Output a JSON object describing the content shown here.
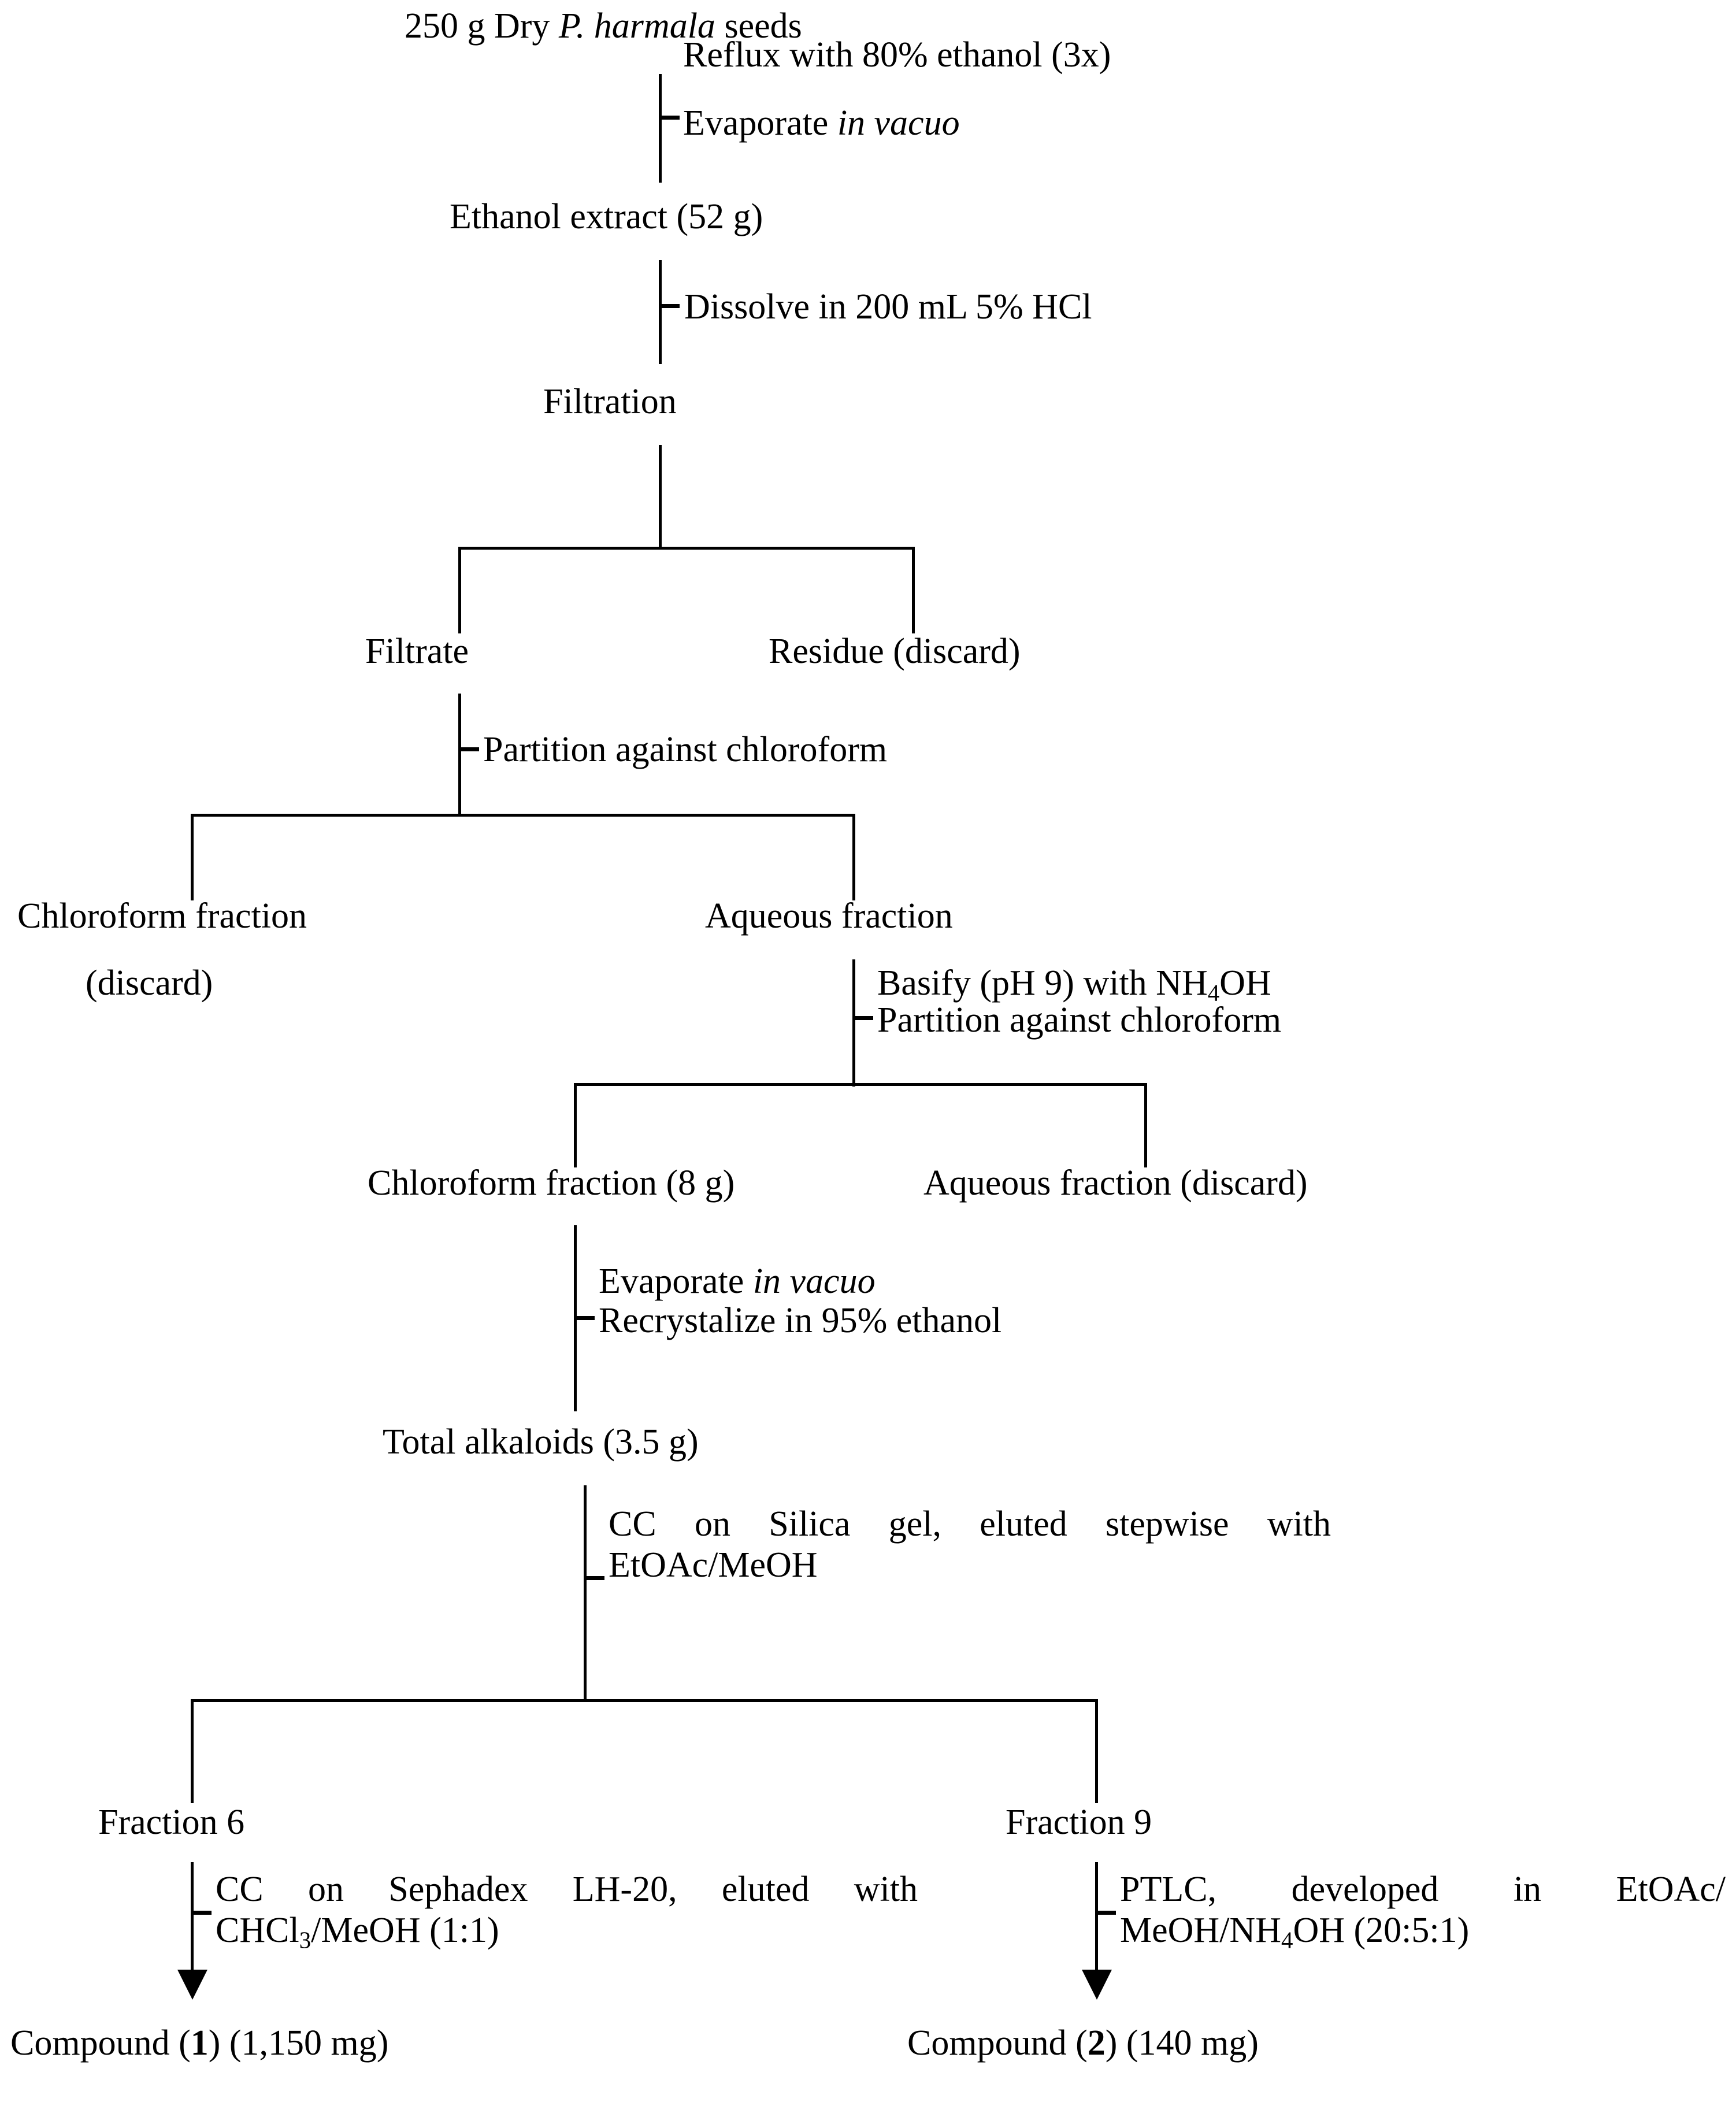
{
  "figure": {
    "type": "flowchart",
    "title": "Extraction and isolation scheme for P. harmala seeds",
    "background_color": "#ffffff",
    "line_color": "#000000",
    "text_color": "#000000"
  },
  "nodes": {
    "start": "250 g Dry P. harmala seeds",
    "start_pre": "250 g Dry ",
    "start_italic": "P. harmala",
    "start_post": " seeds",
    "ethanol_extract": "Ethanol extract (52 g)",
    "filtration": "Filtration",
    "filtrate": "Filtrate",
    "residue": "Residue (discard)",
    "chloroform_fraction_discard_l1": "Chloroform fraction",
    "chloroform_fraction_discard_l2": "(discard)",
    "aqueous_fraction": "Aqueous fraction",
    "chloroform_fraction_8g": "Chloroform fraction (8 g)",
    "aqueous_fraction_discard": "Aqueous fraction (discard)",
    "total_alkaloids": "Total alkaloids (3.5 g)",
    "fraction_6": "Fraction 6",
    "fraction_9": "Fraction 9",
    "compound_1_pre": "Compound (",
    "compound_1_num": "1",
    "compound_1_post": ") (1,150 mg)",
    "compound_2_pre": "Compound (",
    "compound_2_num": "2",
    "compound_2_post": ") (140 mg)"
  },
  "steps": {
    "reflux": "Reflux with 80% ethanol (3x)",
    "evaporate_1_pre": "Evaporate ",
    "evaporate_1_italic": "in vacuo",
    "dissolve_hcl": "Dissolve in 200 mL 5% HCl",
    "partition_chloroform_1": "Partition against chloroform",
    "basify_pre": "Basify (pH 9) with NH",
    "basify_sub": "4",
    "basify_post": "OH",
    "partition_chloroform_2": "Partition against chloroform",
    "evaporate_2_pre": "Evaporate ",
    "evaporate_2_italic": "in vacuo",
    "recrystalize": "Recrystalize in 95% ethanol",
    "cc_silica_line1": "CC on Silica gel, eluted stepwise with",
    "cc_silica_line2": "EtOAc/MeOH",
    "sephadex_line1": "CC on Sephadex LH-20, eluted with",
    "sephadex_line2_pre": "CHCl",
    "sephadex_line2_sub": "3",
    "sephadex_line2_post": "/MeOH (1:1)",
    "ptlc_line1": "PTLC, developed in EtOAc/",
    "ptlc_line2_pre": "MeOH/NH",
    "ptlc_line2_sub": "4",
    "ptlc_line2_post": "OH (20:5:1)"
  }
}
